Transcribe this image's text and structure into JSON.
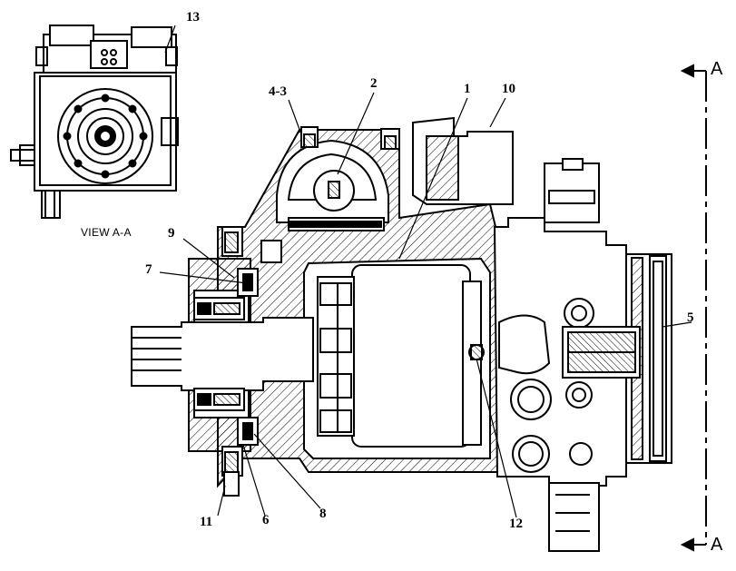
{
  "inset": {
    "caption": "VIEW A-A"
  },
  "section_marker": {
    "top": "A",
    "bottom": "A"
  },
  "callouts": {
    "c1": "1",
    "c2": "2",
    "c4_3": "4-3",
    "c5": "5",
    "c6": "6",
    "c7": "7",
    "c8": "8",
    "c9": "9",
    "c10": "10",
    "c11": "11",
    "c12": "12",
    "c13": "13"
  }
}
